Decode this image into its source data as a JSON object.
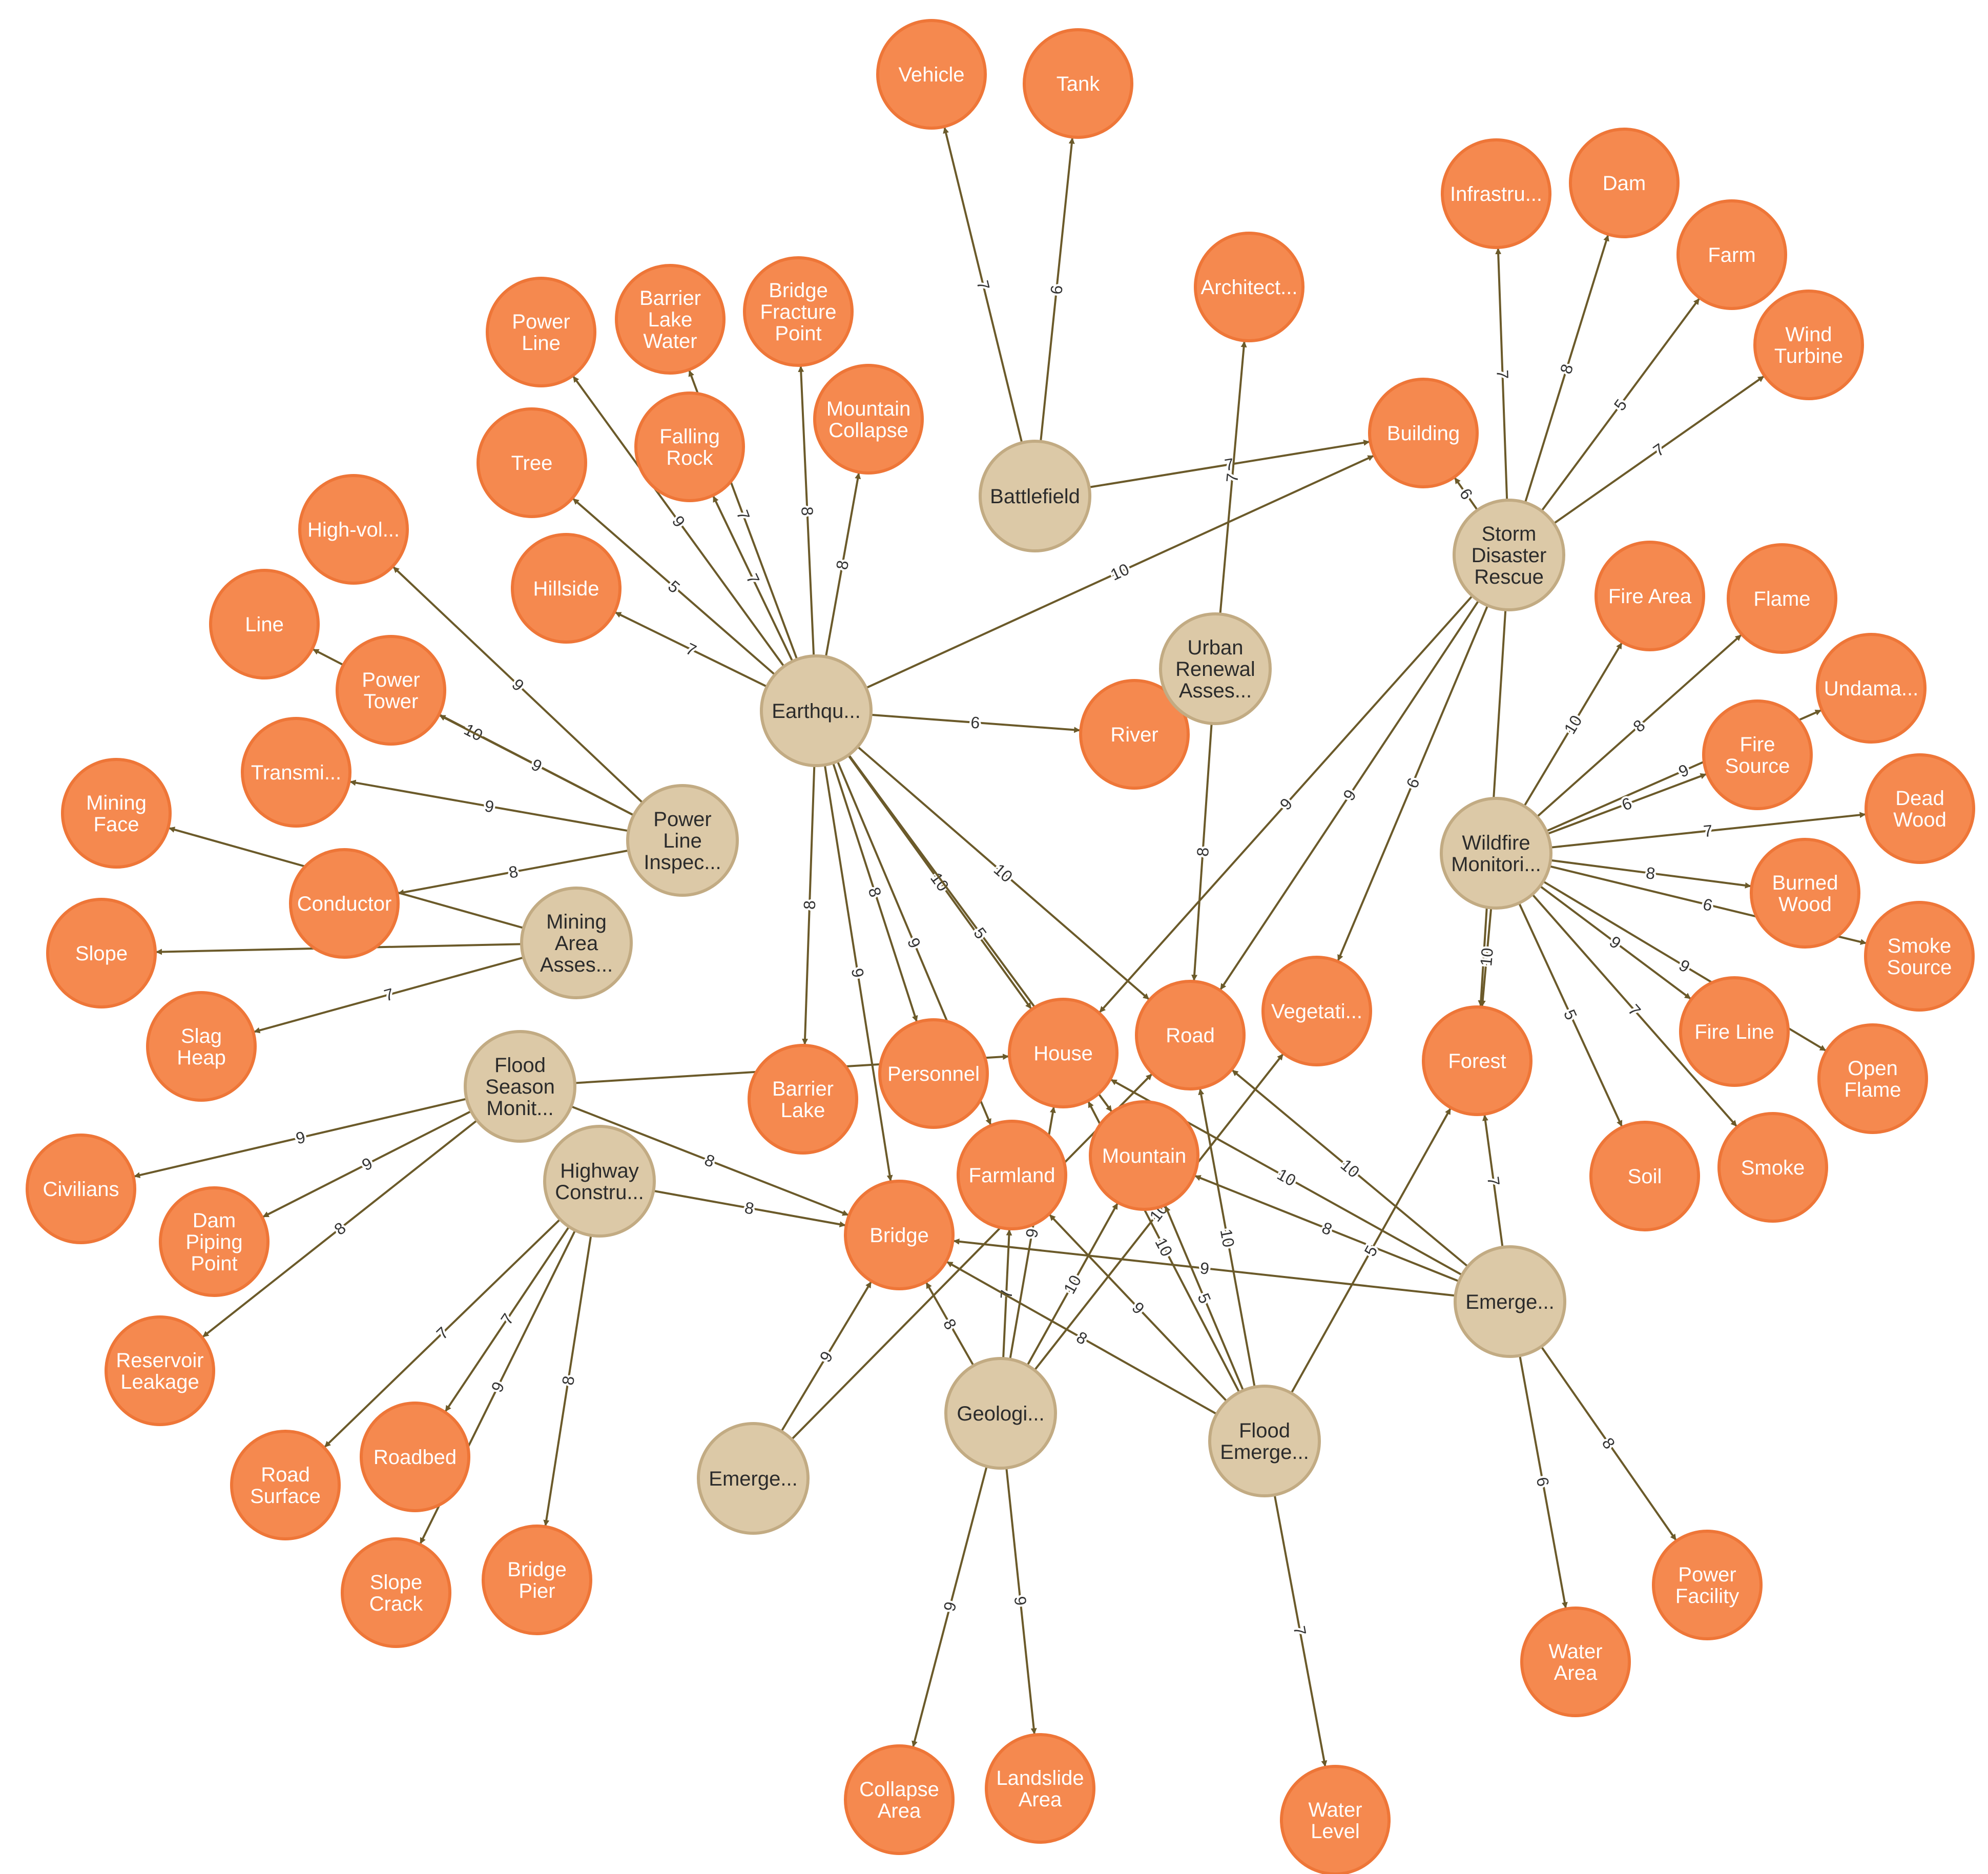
{
  "colors": {
    "entity_fill": "#F5894F",
    "entity_stroke": "#EE7638",
    "entity_text": "#ffffff",
    "scenario_fill": "#DCC9A7",
    "scenario_stroke": "#C2AB83",
    "scenario_text": "#2b2b2b",
    "edge": "#6B5A2A",
    "edge_label": "#333333"
  },
  "scenarios": [
    {
      "id": "battlefield",
      "label": "Battlefield"
    },
    {
      "id": "earthquake",
      "label": "Earthqu..."
    },
    {
      "id": "storm",
      "label": "Storm\nDisaster\nRescue"
    },
    {
      "id": "urban",
      "label": "Urban\nRenewal\nAsses..."
    },
    {
      "id": "powerinsp",
      "label": "Power\nLine\nInspec..."
    },
    {
      "id": "mining",
      "label": "Mining\nArea\nAsses..."
    },
    {
      "id": "floodseason",
      "label": "Flood\nSeason\nMonit..."
    },
    {
      "id": "highway",
      "label": "Highway\nConstru..."
    },
    {
      "id": "wildfire",
      "label": "Wildfire\nMonitori..."
    },
    {
      "id": "emerge_r",
      "label": "Emerge..."
    },
    {
      "id": "emerge_l",
      "label": "Emerge..."
    },
    {
      "id": "geologic",
      "label": "Geologi..."
    },
    {
      "id": "floodemerg",
      "label": "Flood\nEmerge..."
    }
  ],
  "entities": [
    {
      "id": "vehicle",
      "label": "Vehicle"
    },
    {
      "id": "tank",
      "label": "Tank"
    },
    {
      "id": "infra",
      "label": "Infrastru..."
    },
    {
      "id": "dam",
      "label": "Dam"
    },
    {
      "id": "farm",
      "label": "Farm"
    },
    {
      "id": "windturbine",
      "label": "Wind\nTurbine"
    },
    {
      "id": "architect",
      "label": "Architect..."
    },
    {
      "id": "building",
      "label": "Building"
    },
    {
      "id": "powerline",
      "label": "Power\nLine"
    },
    {
      "id": "barrierwater",
      "label": "Barrier\nLake\nWater"
    },
    {
      "id": "bridgefrac",
      "label": "Bridge\nFracture\nPoint"
    },
    {
      "id": "mtncollapse",
      "label": "Mountain\nCollapse"
    },
    {
      "id": "fallingrock",
      "label": "Falling\nRock"
    },
    {
      "id": "tree",
      "label": "Tree"
    },
    {
      "id": "highvol",
      "label": "High-vol..."
    },
    {
      "id": "hillside",
      "label": "Hillside"
    },
    {
      "id": "line",
      "label": "Line"
    },
    {
      "id": "powertower",
      "label": "Power\nTower"
    },
    {
      "id": "transmi",
      "label": "Transmi..."
    },
    {
      "id": "miningface",
      "label": "Mining\nFace"
    },
    {
      "id": "conductor",
      "label": "Conductor"
    },
    {
      "id": "slope",
      "label": "Slope"
    },
    {
      "id": "slagheap",
      "label": "Slag\nHeap"
    },
    {
      "id": "river",
      "label": "River"
    },
    {
      "id": "firearea",
      "label": "Fire Area"
    },
    {
      "id": "flame",
      "label": "Flame"
    },
    {
      "id": "undama",
      "label": "Undama..."
    },
    {
      "id": "firesource",
      "label": "Fire\nSource"
    },
    {
      "id": "deadwood",
      "label": "Dead\nWood"
    },
    {
      "id": "burnedwood",
      "label": "Burned\nWood"
    },
    {
      "id": "smokesource",
      "label": "Smoke\nSource"
    },
    {
      "id": "fireline",
      "label": "Fire Line"
    },
    {
      "id": "openflame",
      "label": "Open\nFlame"
    },
    {
      "id": "soil",
      "label": "Soil"
    },
    {
      "id": "smoke",
      "label": "Smoke"
    },
    {
      "id": "vegetation",
      "label": "Vegetati..."
    },
    {
      "id": "road",
      "label": "Road"
    },
    {
      "id": "house",
      "label": "House"
    },
    {
      "id": "personnel",
      "label": "Personnel"
    },
    {
      "id": "barrierlake",
      "label": "Barrier\nLake"
    },
    {
      "id": "forest",
      "label": "Forest"
    },
    {
      "id": "farmland",
      "label": "Farmland"
    },
    {
      "id": "mountain",
      "label": "Mountain"
    },
    {
      "id": "bridge",
      "label": "Bridge"
    },
    {
      "id": "civilians",
      "label": "Civilians"
    },
    {
      "id": "dampiping",
      "label": "Dam\nPiping\nPoint"
    },
    {
      "id": "reservoir",
      "label": "Reservoir\nLeakage"
    },
    {
      "id": "roadsurface",
      "label": "Road\nSurface"
    },
    {
      "id": "roadbed",
      "label": "Roadbed"
    },
    {
      "id": "slopecrack",
      "label": "Slope\nCrack"
    },
    {
      "id": "bridgepier",
      "label": "Bridge\nPier"
    },
    {
      "id": "collapsearea",
      "label": "Collapse\nArea"
    },
    {
      "id": "landslidearea",
      "label": "Landslide\nArea"
    },
    {
      "id": "waterlevel",
      "label": "Water\nLevel"
    },
    {
      "id": "waterarea",
      "label": "Water\nArea"
    },
    {
      "id": "powerfacility",
      "label": "Power\nFacility"
    }
  ],
  "edges": [
    {
      "from": "battlefield",
      "to": "vehicle",
      "w": "7"
    },
    {
      "from": "battlefield",
      "to": "tank",
      "w": "6"
    },
    {
      "from": "battlefield",
      "to": "building",
      "w": "7"
    },
    {
      "from": "storm",
      "to": "infra",
      "w": "7"
    },
    {
      "from": "storm",
      "to": "dam",
      "w": "8"
    },
    {
      "from": "storm",
      "to": "farm",
      "w": "5"
    },
    {
      "from": "storm",
      "to": "windturbine",
      "w": "7"
    },
    {
      "from": "storm",
      "to": "building",
      "w": "6"
    },
    {
      "from": "storm",
      "to": "house",
      "w": "9"
    },
    {
      "from": "storm",
      "to": "road",
      "w": "9"
    },
    {
      "from": "storm",
      "to": "vegetation",
      "w": "6"
    },
    {
      "from": "storm",
      "to": "forest",
      "w": ""
    },
    {
      "from": "urban",
      "to": "architect",
      "w": "7"
    },
    {
      "from": "urban",
      "to": "road",
      "w": "8"
    },
    {
      "from": "earthquake",
      "to": "powerline",
      "w": "9"
    },
    {
      "from": "earthquake",
      "to": "barrierwater",
      "w": "7"
    },
    {
      "from": "earthquake",
      "to": "bridgefrac",
      "w": "8"
    },
    {
      "from": "earthquake",
      "to": "mtncollapse",
      "w": "8"
    },
    {
      "from": "earthquake",
      "to": "fallingrock",
      "w": "7"
    },
    {
      "from": "earthquake",
      "to": "tree",
      "w": "5"
    },
    {
      "from": "earthquake",
      "to": "hillside",
      "w": "7"
    },
    {
      "from": "earthquake",
      "to": "building",
      "w": "10"
    },
    {
      "from": "earthquake",
      "to": "river",
      "w": "6"
    },
    {
      "from": "earthquake",
      "to": "road",
      "w": "10"
    },
    {
      "from": "earthquake",
      "to": "house",
      "w": "10"
    },
    {
      "from": "earthquake",
      "to": "farmland",
      "w": "9"
    },
    {
      "from": "earthquake",
      "to": "personnel",
      "w": "8"
    },
    {
      "from": "earthquake",
      "to": "barrierlake",
      "w": "8"
    },
    {
      "from": "earthquake",
      "to": "bridge",
      "w": "9"
    },
    {
      "from": "earthquake",
      "to": "mountain",
      "w": "5"
    },
    {
      "from": "powerinsp",
      "to": "highvol",
      "w": "9"
    },
    {
      "from": "powerinsp",
      "to": "line",
      "w": "10"
    },
    {
      "from": "powerinsp",
      "to": "powertower",
      "w": "9"
    },
    {
      "from": "powerinsp",
      "to": "transmi",
      "w": "9"
    },
    {
      "from": "powerinsp",
      "to": "conductor",
      "w": "8"
    },
    {
      "from": "mining",
      "to": "miningface",
      "w": ""
    },
    {
      "from": "mining",
      "to": "slope",
      "w": ""
    },
    {
      "from": "mining",
      "to": "slagheap",
      "w": "7"
    },
    {
      "from": "floodseason",
      "to": "civilians",
      "w": "9"
    },
    {
      "from": "floodseason",
      "to": "dampiping",
      "w": "9"
    },
    {
      "from": "floodseason",
      "to": "reservoir",
      "w": "8"
    },
    {
      "from": "floodseason",
      "to": "bridge",
      "w": "8"
    },
    {
      "from": "floodseason",
      "to": "house",
      "w": ""
    },
    {
      "from": "highway",
      "to": "bridge",
      "w": "8"
    },
    {
      "from": "highway",
      "to": "roadsurface",
      "w": "7"
    },
    {
      "from": "highway",
      "to": "roadbed",
      "w": "7"
    },
    {
      "from": "highway",
      "to": "slopecrack",
      "w": "9"
    },
    {
      "from": "highway",
      "to": "bridgepier",
      "w": "8"
    },
    {
      "from": "wildfire",
      "to": "firearea",
      "w": "10"
    },
    {
      "from": "wildfire",
      "to": "flame",
      "w": "8"
    },
    {
      "from": "wildfire",
      "to": "undama",
      "w": "9"
    },
    {
      "from": "wildfire",
      "to": "firesource",
      "w": "6"
    },
    {
      "from": "wildfire",
      "to": "deadwood",
      "w": "7"
    },
    {
      "from": "wildfire",
      "to": "burnedwood",
      "w": "8"
    },
    {
      "from": "wildfire",
      "to": "smokesource",
      "w": "6"
    },
    {
      "from": "wildfire",
      "to": "fireline",
      "w": "9"
    },
    {
      "from": "wildfire",
      "to": "openflame",
      "w": "9"
    },
    {
      "from": "wildfire",
      "to": "soil",
      "w": "5"
    },
    {
      "from": "wildfire",
      "to": "smoke",
      "w": "7"
    },
    {
      "from": "wildfire",
      "to": "forest",
      "w": "10"
    },
    {
      "from": "emerge_r",
      "to": "forest",
      "w": "7"
    },
    {
      "from": "emerge_r",
      "to": "waterarea",
      "w": "6"
    },
    {
      "from": "emerge_r",
      "to": "powerfacility",
      "w": "8"
    },
    {
      "from": "emerge_r",
      "to": "road",
      "w": "10"
    },
    {
      "from": "emerge_r",
      "to": "house",
      "w": "10"
    },
    {
      "from": "emerge_r",
      "to": "mountain",
      "w": "8"
    },
    {
      "from": "emerge_r",
      "to": "bridge",
      "w": "9"
    },
    {
      "from": "emerge_l",
      "to": "bridge",
      "w": "9"
    },
    {
      "from": "emerge_l",
      "to": "road",
      "w": ""
    },
    {
      "from": "geologic",
      "to": "collapsearea",
      "w": "9"
    },
    {
      "from": "geologic",
      "to": "landslidearea",
      "w": "9"
    },
    {
      "from": "geologic",
      "to": "bridge",
      "w": "8"
    },
    {
      "from": "geologic",
      "to": "farmland",
      "w": "7"
    },
    {
      "from": "geologic",
      "to": "house",
      "w": "9"
    },
    {
      "from": "geologic",
      "to": "mountain",
      "w": "10"
    },
    {
      "from": "geologic",
      "to": "vegetation",
      "w": "10"
    },
    {
      "from": "floodemerg",
      "to": "waterlevel",
      "w": "7"
    },
    {
      "from": "floodemerg",
      "to": "bridge",
      "w": "8"
    },
    {
      "from": "floodemerg",
      "to": "farmland",
      "w": "9"
    },
    {
      "from": "floodemerg",
      "to": "house",
      "w": "10"
    },
    {
      "from": "floodemerg",
      "to": "road",
      "w": "10"
    },
    {
      "from": "floodemerg",
      "to": "forest",
      "w": "5"
    },
    {
      "from": "floodemerg",
      "to": "mountain",
      "w": "5"
    }
  ]
}
